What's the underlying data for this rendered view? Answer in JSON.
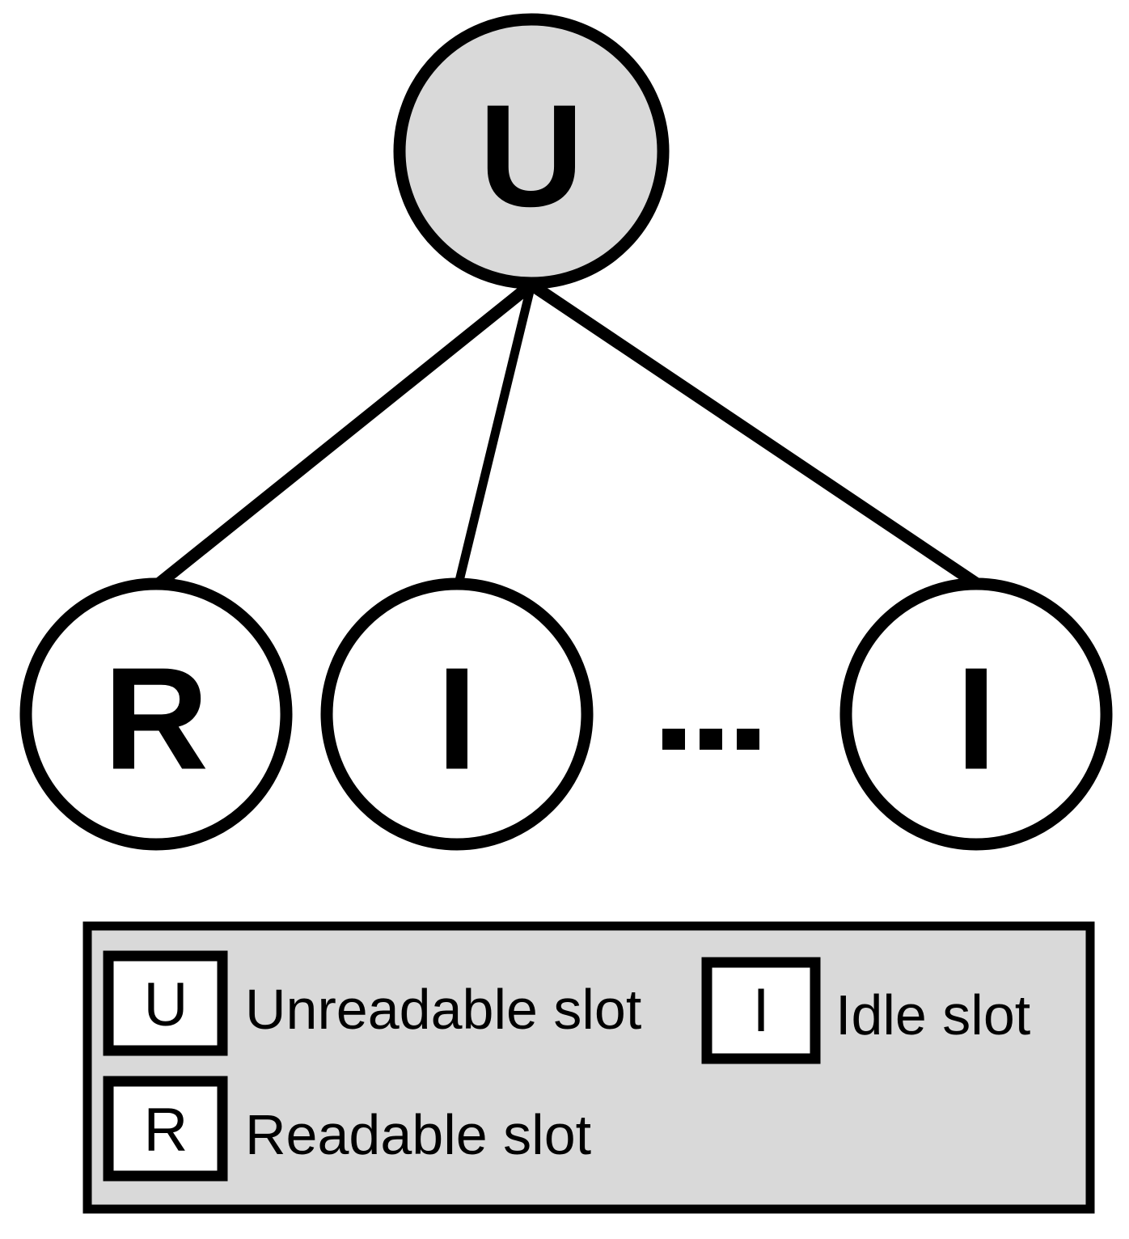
{
  "diagram": {
    "type": "node-link-tree",
    "background_color": "#ffffff",
    "stroke_color": "#000000",
    "gray_fill": "#d9d9d9",
    "white_fill": "#ffffff",
    "root": {
      "id": "root-node-u",
      "label": "U",
      "state": "unreadable",
      "fill": "#d9d9d9"
    },
    "children": [
      {
        "id": "child-node-r",
        "label": "R",
        "state": "readable",
        "fill": "#ffffff"
      },
      {
        "id": "child-node-i-1",
        "label": "I",
        "state": "idle",
        "fill": "#ffffff"
      },
      {
        "id": "child-node-i-n",
        "label": "I",
        "state": "idle",
        "fill": "#ffffff"
      }
    ],
    "ellipsis": "...",
    "edge_count": 3
  },
  "legend": {
    "background_color": "#d9d9d9",
    "border_color": "#000000",
    "entries": [
      {
        "symbol": "U",
        "label": "Unreadable slot"
      },
      {
        "symbol": "I",
        "label": "Idle slot"
      },
      {
        "symbol": "R",
        "label": "Readable slot"
      }
    ]
  }
}
